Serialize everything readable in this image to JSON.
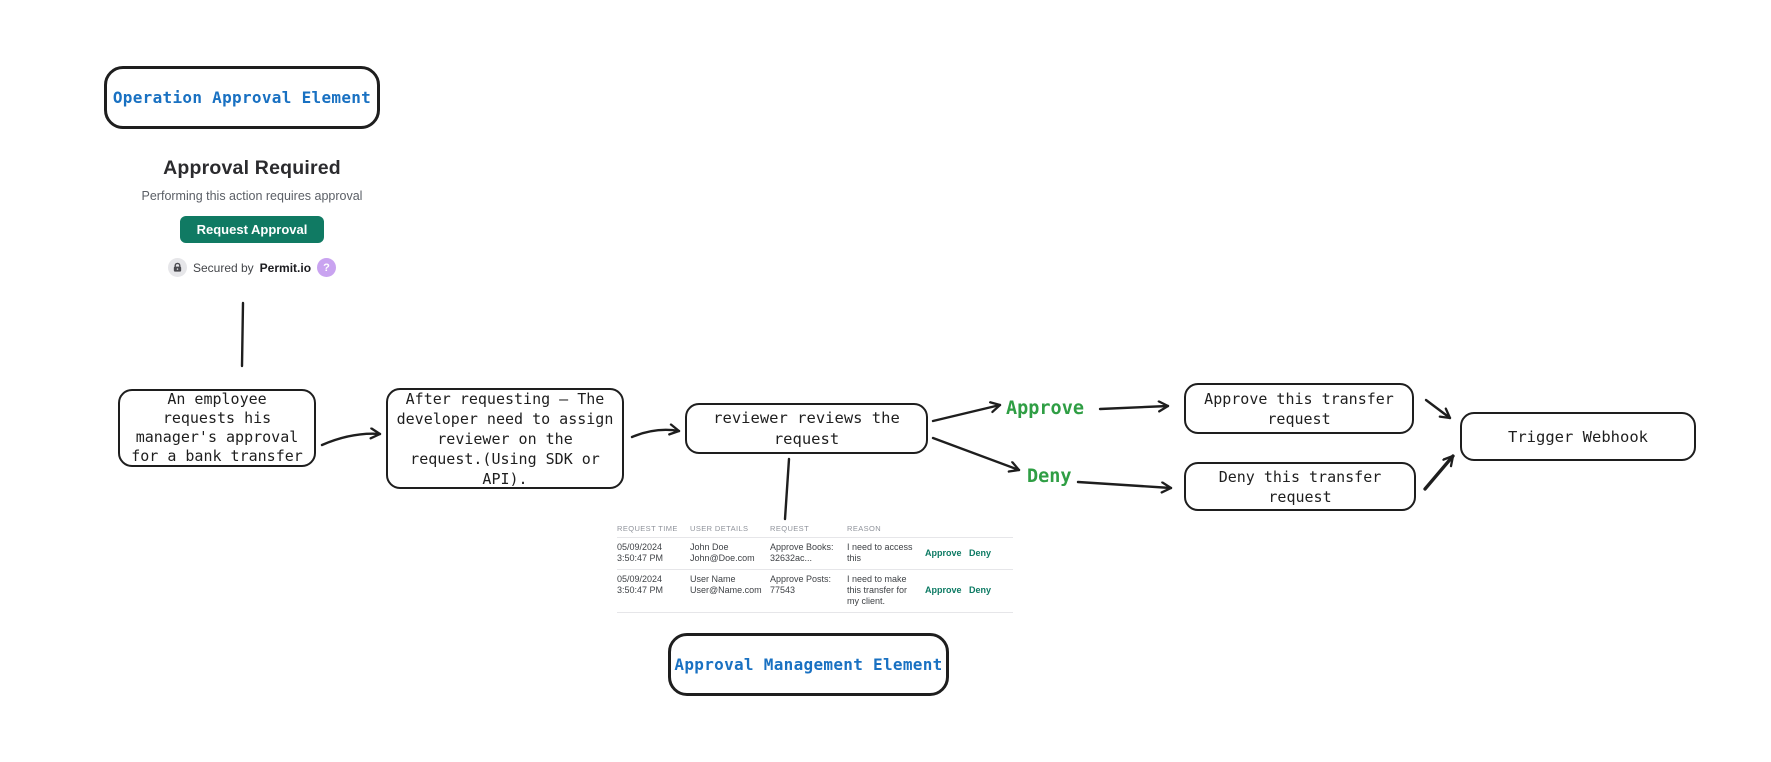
{
  "colors": {
    "ink": "#1e1e1e",
    "blue_accent": "#1971c2",
    "green_accent": "#2f9e44",
    "teal_button": "#107a63",
    "teal_link": "#0c7a63"
  },
  "op_element": {
    "label": "Operation Approval Element"
  },
  "widget": {
    "title": "Approval Required",
    "subtitle": "Performing this action requires approval",
    "button_label": "Request Approval",
    "secured_by": "Secured by",
    "brand": "Permit.io",
    "help_glyph": "?"
  },
  "flow": {
    "employee_box": "An employee\nrequests his\nmanager's approval\nfor a bank transfer",
    "developer_box": "After requesting – The\ndeveloper need to assign\nreviewer on the\nrequest.(Using SDK or\nAPI).",
    "reviewer_box": "reviewer reviews the\nrequest",
    "approve_label": "Approve",
    "deny_label": "Deny",
    "approve_box": "Approve this transfer\nrequest",
    "deny_box": "Deny this transfer\nrequest",
    "webhook_box": "Trigger Webhook"
  },
  "table": {
    "headers": [
      "REQUEST TIME",
      "USER DETAILS",
      "REQUEST",
      "REASON"
    ],
    "rows": [
      {
        "time": "05/09/2024\n3:50:47 PM",
        "user": "John Doe\nJohn@Doe.com",
        "request": "Approve Books:\n32632ac...",
        "reason": "I need to access\nthis",
        "approve": "Approve",
        "deny": "Deny"
      },
      {
        "time": "05/09/2024\n3:50:47 PM",
        "user": "User Name\nUser@Name.com",
        "request": "Approve Posts:\n77543",
        "reason": "I need to make\nthis transfer for\nmy client.",
        "approve": "Approve",
        "deny": "Deny"
      }
    ]
  },
  "mgmt_element": {
    "label": "Approval Management Element"
  }
}
